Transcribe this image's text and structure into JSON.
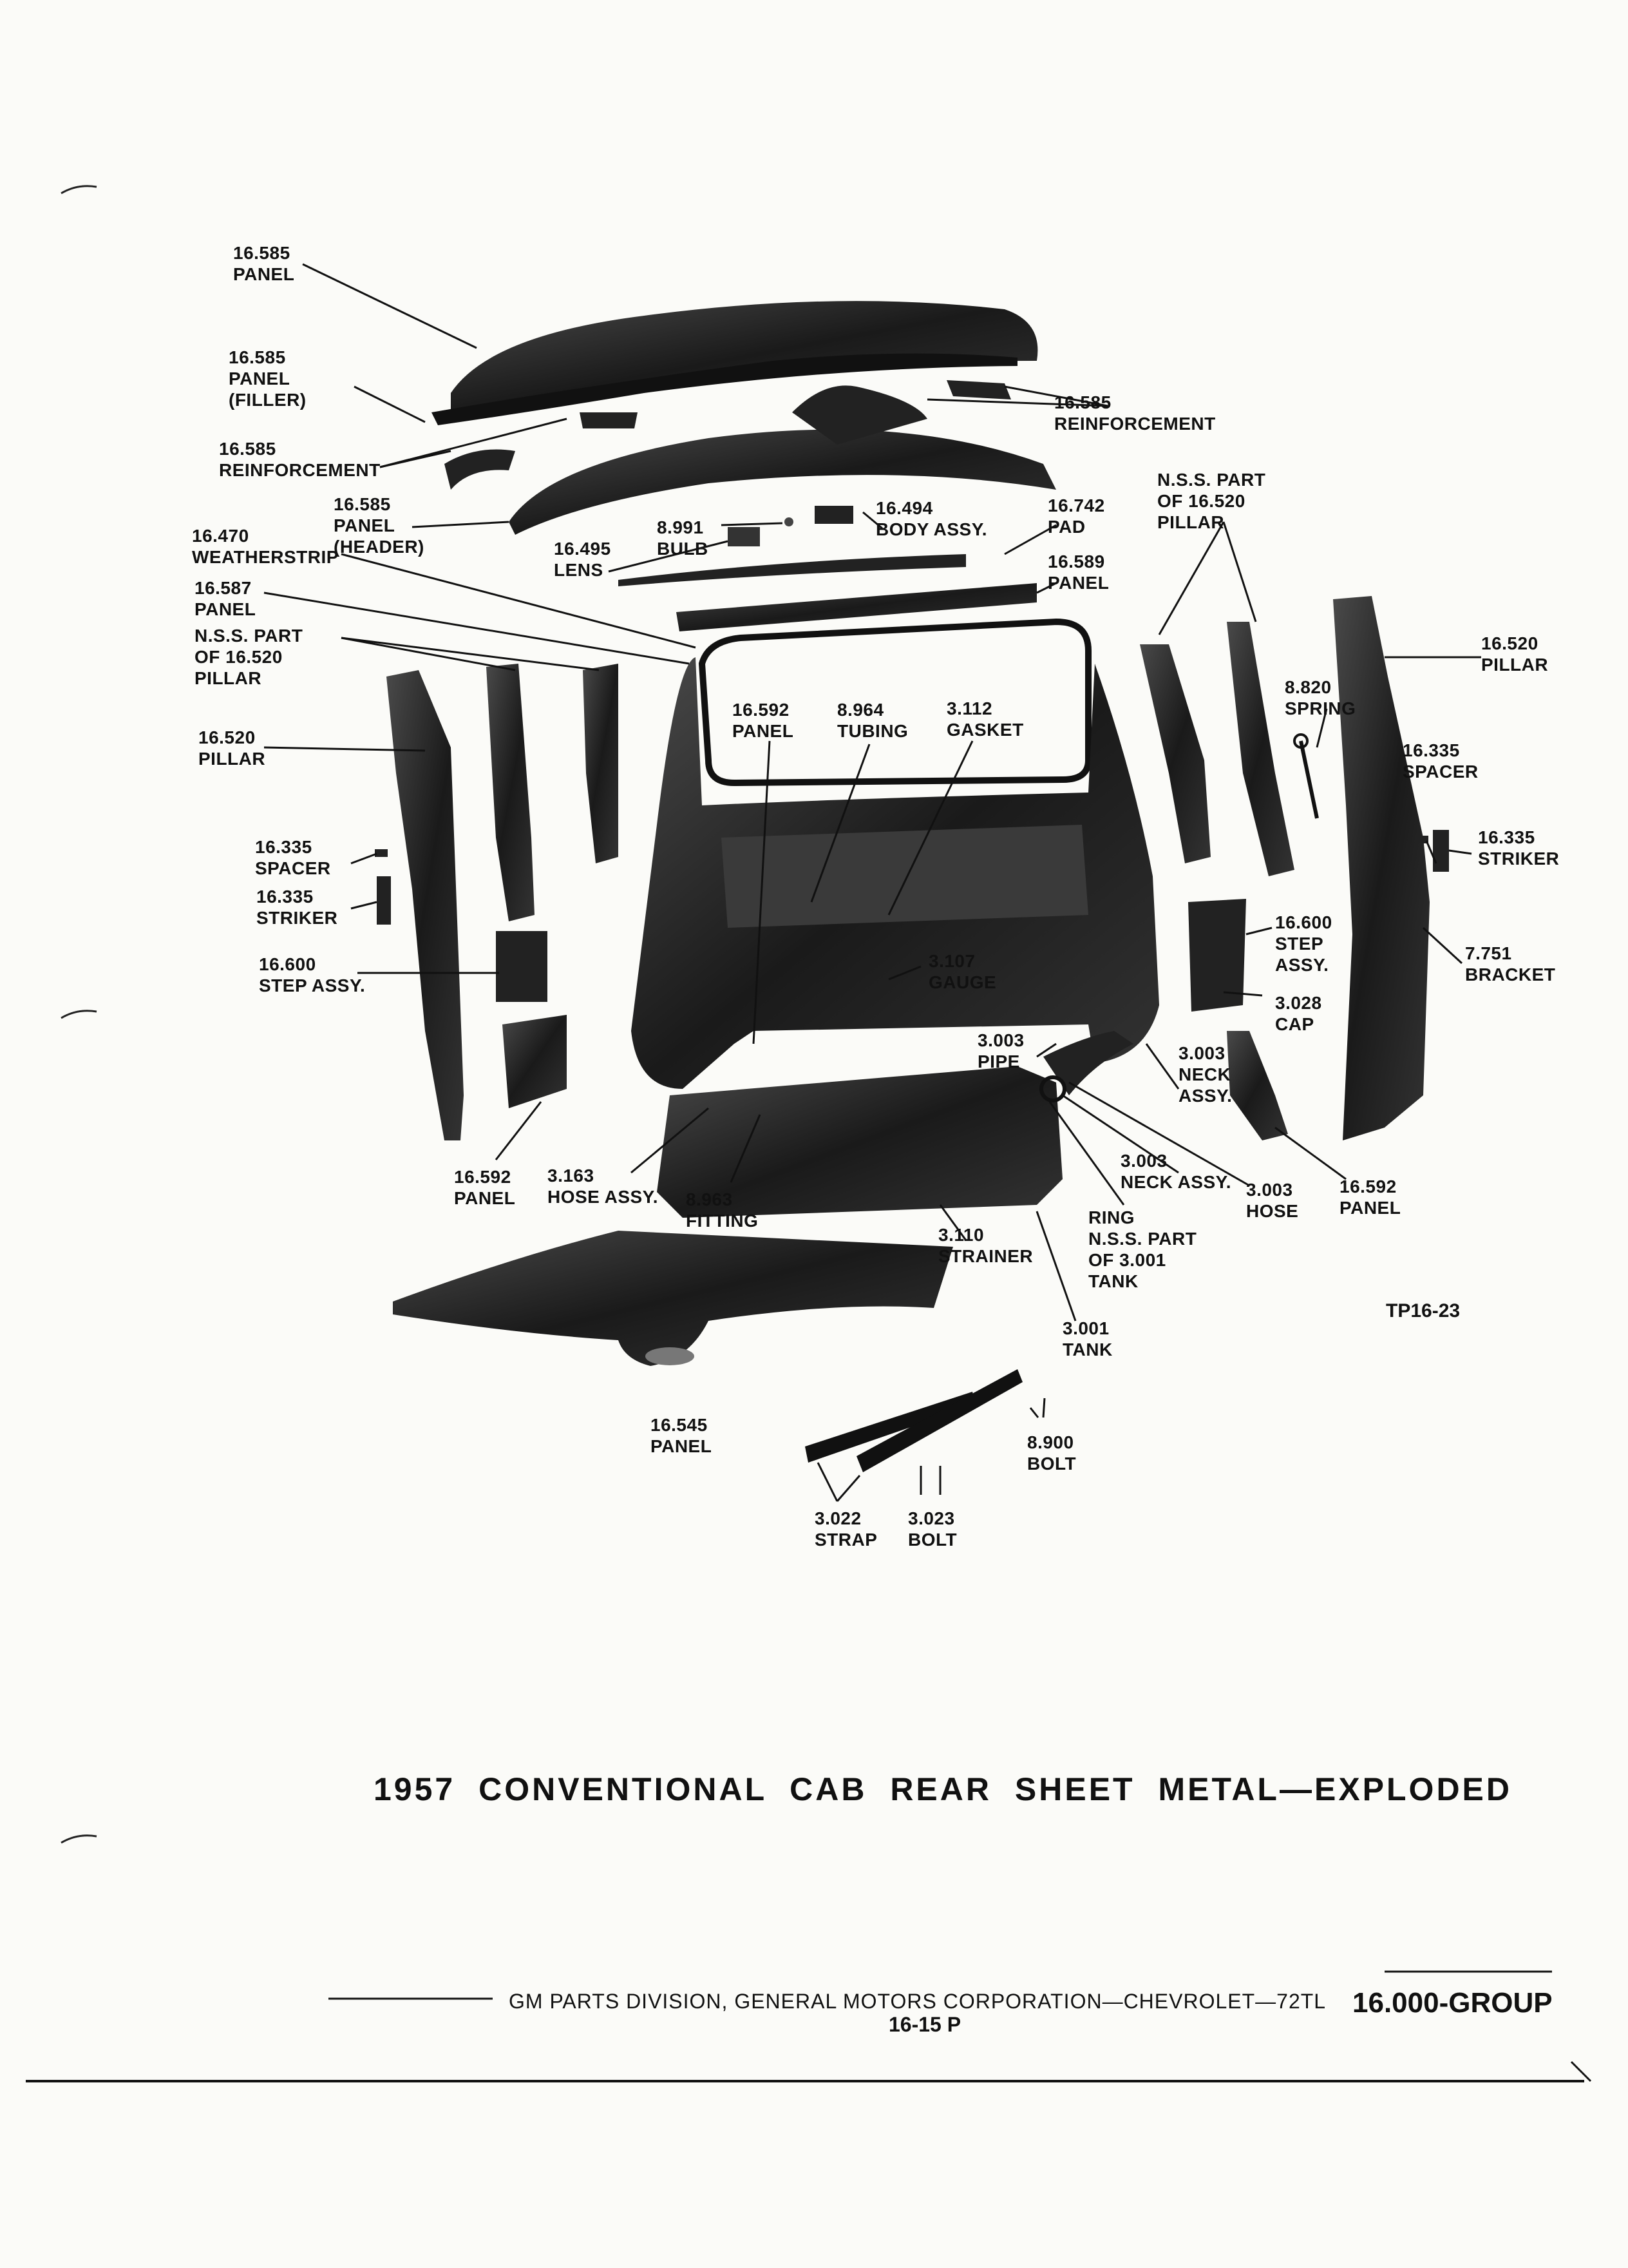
{
  "title": "1957 CONVENTIONAL CAB REAR SHEET METAL—EXPLODED",
  "figure_ref": "TP16-23",
  "footer": {
    "text": "GM PARTS DIVISION, GENERAL MOTORS CORPORATION—CHEVROLET—72TL",
    "page": "16-15 P",
    "group": "16.000-GROUP"
  },
  "callouts": [
    {
      "id": "c1",
      "text": "16.585\nPANEL"
    },
    {
      "id": "c2",
      "text": "16.585\nPANEL\n(FILLER)"
    },
    {
      "id": "c3",
      "text": "16.585\nREINFORCEMENT"
    },
    {
      "id": "c4",
      "text": "16.585\nREINFORCEMENT"
    },
    {
      "id": "c5",
      "text": "16.585\nPANEL\n(HEADER)"
    },
    {
      "id": "c6",
      "text": "16.470\nWEATHERSTRIP"
    },
    {
      "id": "c7",
      "text": "8.991\nBULB"
    },
    {
      "id": "c8",
      "text": "16.495\nLENS"
    },
    {
      "id": "c9",
      "text": "16.494\nBODY ASSY."
    },
    {
      "id": "c10",
      "text": "16.742\nPAD"
    },
    {
      "id": "c11",
      "text": "16.589\nPANEL"
    },
    {
      "id": "c12",
      "text": "N.S.S. PART\nOF 16.520\nPILLAR"
    },
    {
      "id": "c13",
      "text": "16.587\nPANEL"
    },
    {
      "id": "c14",
      "text": "N.S.S. PART\nOF 16.520\nPILLAR"
    },
    {
      "id": "c15",
      "text": "16.520\nPILLAR"
    },
    {
      "id": "c16",
      "text": "16.592\nPANEL"
    },
    {
      "id": "c17",
      "text": "8.964\nTUBING"
    },
    {
      "id": "c18",
      "text": "3.112\nGASKET"
    },
    {
      "id": "c19",
      "text": "16.520\nPILLAR"
    },
    {
      "id": "c20",
      "text": "8.820\nSPRING"
    },
    {
      "id": "c21",
      "text": "16.335\nSPACER"
    },
    {
      "id": "c22",
      "text": "16.335\nSPACER"
    },
    {
      "id": "c23",
      "text": "16.335\nSTRIKER"
    },
    {
      "id": "c24",
      "text": "16.335\nSTRIKER"
    },
    {
      "id": "c25",
      "text": "16.600\nSTEP ASSY."
    },
    {
      "id": "c26",
      "text": "16.600\nSTEP\nASSY."
    },
    {
      "id": "c27",
      "text": "7.751\nBRACKET"
    },
    {
      "id": "c28",
      "text": "3.107\nGAUGE"
    },
    {
      "id": "c29",
      "text": "3.028\nCAP"
    },
    {
      "id": "c30",
      "text": "3.003\nPIPE"
    },
    {
      "id": "c31",
      "text": "3.003\nNECK\nASSY."
    },
    {
      "id": "c32",
      "text": "16.592\nPANEL"
    },
    {
      "id": "c33",
      "text": "3.163\nHOSE ASSY."
    },
    {
      "id": "c34",
      "text": "8.963\nFITTING"
    },
    {
      "id": "c35",
      "text": "3.003\nNECK ASSY."
    },
    {
      "id": "c36",
      "text": "3.003\nHOSE"
    },
    {
      "id": "c37",
      "text": "16.592\nPANEL"
    },
    {
      "id": "c38",
      "text": "RING\nN.S.S. PART\nOF 3.001\nTANK"
    },
    {
      "id": "c39",
      "text": "3.110\nSTRAINER"
    },
    {
      "id": "c40",
      "text": "3.001\nTANK"
    },
    {
      "id": "c41",
      "text": "16.545\nPANEL"
    },
    {
      "id": "c42",
      "text": "8.900\nBOLT"
    },
    {
      "id": "c43",
      "text": "3.022\nSTRAP"
    },
    {
      "id": "c44",
      "text": "3.023\nBOLT"
    }
  ]
}
